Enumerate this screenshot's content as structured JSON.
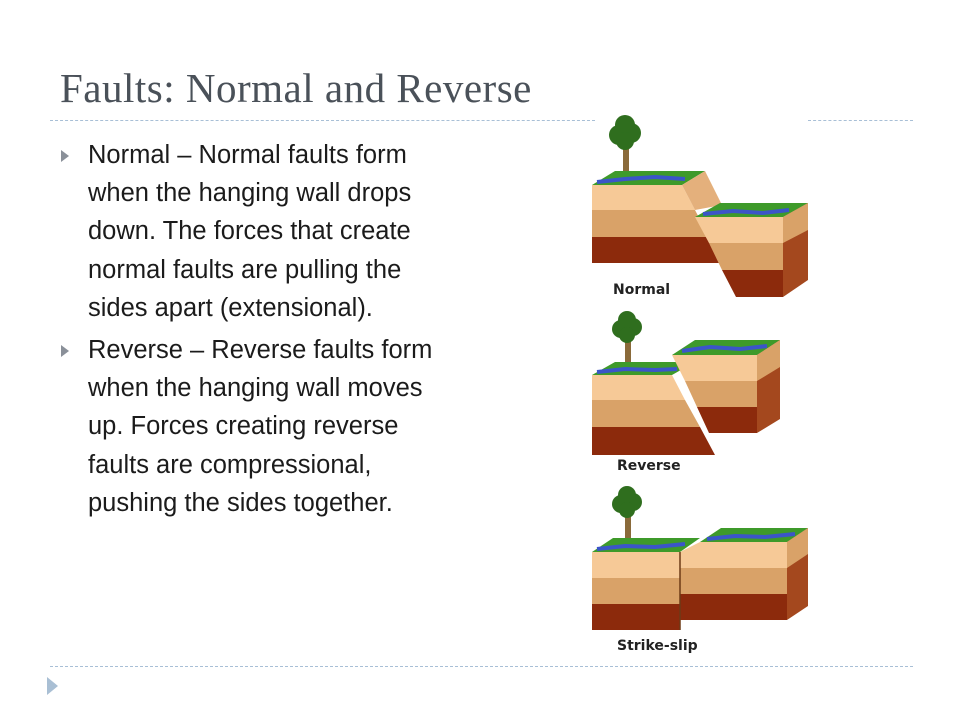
{
  "slide": {
    "title": "Faults: Normal and Reverse",
    "bullets": [
      {
        "text": "Normal – Normal faults form when the hanging wall drops down. The forces that create normal faults are pulling the sides apart (extensional)."
      },
      {
        "text": "Reverse – Reverse faults form when the hanging wall moves up. Forces creating reverse faults are compressional, pushing the sides together."
      }
    ]
  },
  "figure": {
    "labels": {
      "normal": "Normal",
      "reverse": "Reverse",
      "strike_slip": "Strike-slip"
    }
  },
  "colors": {
    "title": "#4a5159",
    "grass": "#3e9a2a",
    "river": "#3b55c8",
    "sand": "#f6c997",
    "tan": "#d9a268",
    "red_clay": "#8c2a0c"
  }
}
